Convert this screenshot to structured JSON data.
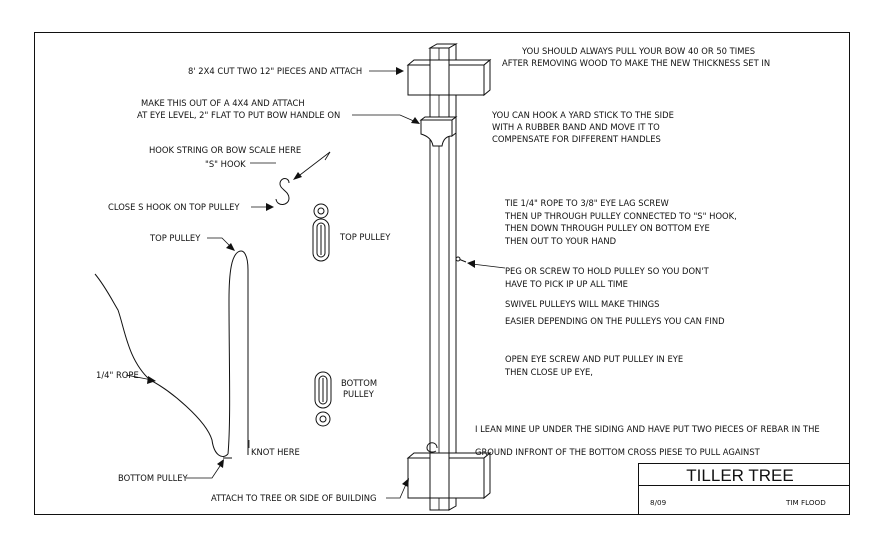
{
  "title_block": {
    "title": "TILLER TREE",
    "date": "8/09",
    "author": "TIM FLOOD"
  },
  "labels": {
    "cut_pieces": "8' 2X4 CUT TWO 12\" PIECES AND ATTACH",
    "handle_line1": "MAKE THIS OUT OF A 4X4 AND ATTACH",
    "handle_line2": "AT EYE LEVEL, 2\" FLAT TO PUT BOW HANDLE ON",
    "hook_string": "HOOK STRING OR BOW SCALE HERE",
    "s_hook": "\"S\" HOOK",
    "close_hook": "CLOSE S HOOK ON TOP PULLEY",
    "top_pulley_left": "TOP PULLEY",
    "top_pulley_right": "TOP PULLEY",
    "bottom_pulley_right_1": "BOTTOM",
    "bottom_pulley_right_2": "PULLEY",
    "rope": "1/4\" ROPE",
    "knot": "KNOT HERE",
    "bottom_pulley_left": "BOTTOM PULLEY",
    "attach_tree": "ATTACH TO TREE OR SIDE OF BUILDING"
  },
  "notes": {
    "pull_1": "YOU SHOULD ALWAYS PULL YOUR BOW 40 OR 50 TIMES",
    "pull_2": "AFTER REMOVING WOOD TO MAKE THE NEW THICKNESS SET IN",
    "yard_1": "YOU CAN HOOK A YARD STICK TO THE SIDE",
    "yard_2": "WITH A RUBBER BAND AND MOVE IT TO",
    "yard_3": "COMPENSATE FOR DIFFERENT HANDLES",
    "tie_1": "TIE 1/4\" ROPE TO 3/8\" EYE LAG SCREW",
    "tie_2": "THEN UP THROUGH PULLEY CONNECTED TO \"S\" HOOK,",
    "tie_3": "THEN DOWN THROUGH PULLEY ON BOTTOM EYE",
    "tie_4": "THEN OUT TO YOUR HAND",
    "peg_1": "PEG OR SCREW TO HOLD PULLEY SO YOU DON'T",
    "peg_2": "HAVE TO PICK IP UP ALL TIME",
    "swivel_1": "SWIVEL PULLEYS WILL MAKE THINGS",
    "swivel_2": "EASIER DEPENDING ON THE PULLEYS YOU CAN FIND",
    "open_1": "OPEN EYE SCREW AND PUT PULLEY IN EYE",
    "open_2": "THEN CLOSE UP EYE,",
    "lean_1": "I LEAN MINE UP UNDER THE SIDING AND HAVE PUT TWO PIECES OF REBAR IN THE",
    "lean_2": "GROUND INFRONT OF THE BOTTOM CROSS PIESE TO PULL AGAINST"
  }
}
